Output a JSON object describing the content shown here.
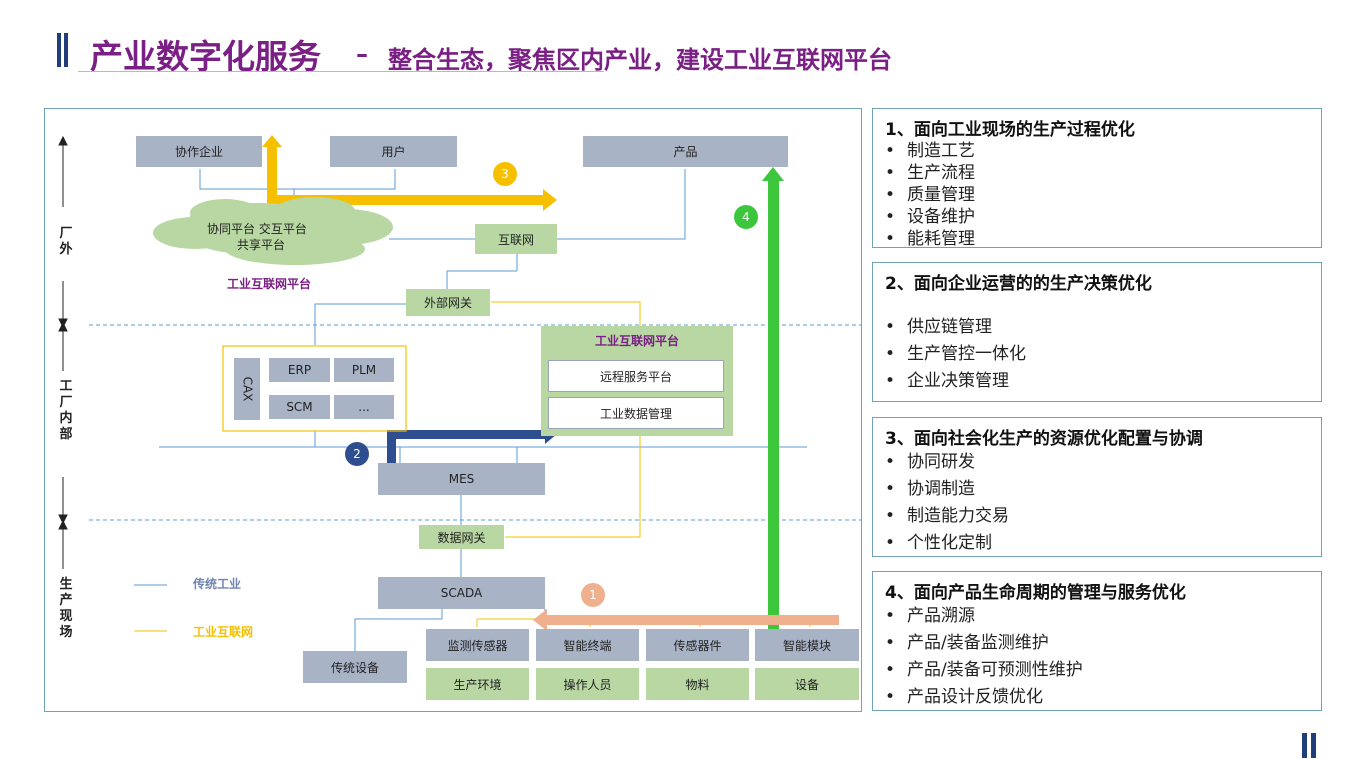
{
  "header": {
    "title": "产业数字化服务",
    "dash": "–",
    "subtitle": "整合生态，聚焦区内产业，建设工业互联网平台"
  },
  "diagram": {
    "top_boxes": {
      "partner": "协作企业",
      "user": "用户",
      "product": "产品"
    },
    "cloud": {
      "line1": "协同平台  交互平台",
      "line2": "共享平台"
    },
    "platform_label": "工业互联网平台",
    "internet": "互联网",
    "external_gateway": "外部网关",
    "inner_platform": {
      "title": "工业互联网平台",
      "remote": "远程服务平台",
      "data_mgmt": "工业数据管理"
    },
    "software": {
      "cax": "CAX",
      "erp": "ERP",
      "plm": "PLM",
      "scm": "SCM",
      "more": "..."
    },
    "mes": "MES",
    "data_gateway": "数据网关",
    "scada": "SCADA",
    "legacy_device": "传统设备",
    "sensors": [
      "监测传感器",
      "智能终端",
      "传感器件",
      "智能模块"
    ],
    "field": [
      "生产环境",
      "操作人员",
      "物料",
      "设备"
    ],
    "zones": {
      "outside": "厂\n外",
      "inside": "工\n厂\n内\n部",
      "field": "生\n产\n现\n场"
    },
    "legend": {
      "traditional": "传统工业",
      "industrial_internet": "工业互联网"
    },
    "steps": [
      "1",
      "2",
      "3",
      "4"
    ],
    "colors": {
      "step1": "#f0b08d",
      "step2": "#2e4e8f",
      "step3": "#f6c000",
      "step4": "#3cc63c",
      "legend_blue": "#5b9bd5",
      "legend_yellow": "#f6c000",
      "title_purple": "#7a1f84"
    }
  },
  "panels": [
    {
      "title": "1、面向工业现场的生产过程优化",
      "items": [
        "制造工艺",
        "生产流程",
        "质量管理",
        "设备维护",
        "能耗管理"
      ]
    },
    {
      "title": "2、面向企业运营的的生产决策优化",
      "items": [
        "供应链管理",
        "生产管控一体化",
        "企业决策管理"
      ]
    },
    {
      "title": "3、面向社会化生产的资源优化配置与协调",
      "items": [
        "协同研发",
        "协调制造",
        "制造能力交易",
        "个性化定制"
      ]
    },
    {
      "title": "4、面向产品生命周期的管理与服务优化",
      "items": [
        "产品溯源",
        "产品/装备监测维护",
        "产品/装备可预测性维护",
        "产品设计反馈优化"
      ]
    }
  ],
  "bullet": "•"
}
